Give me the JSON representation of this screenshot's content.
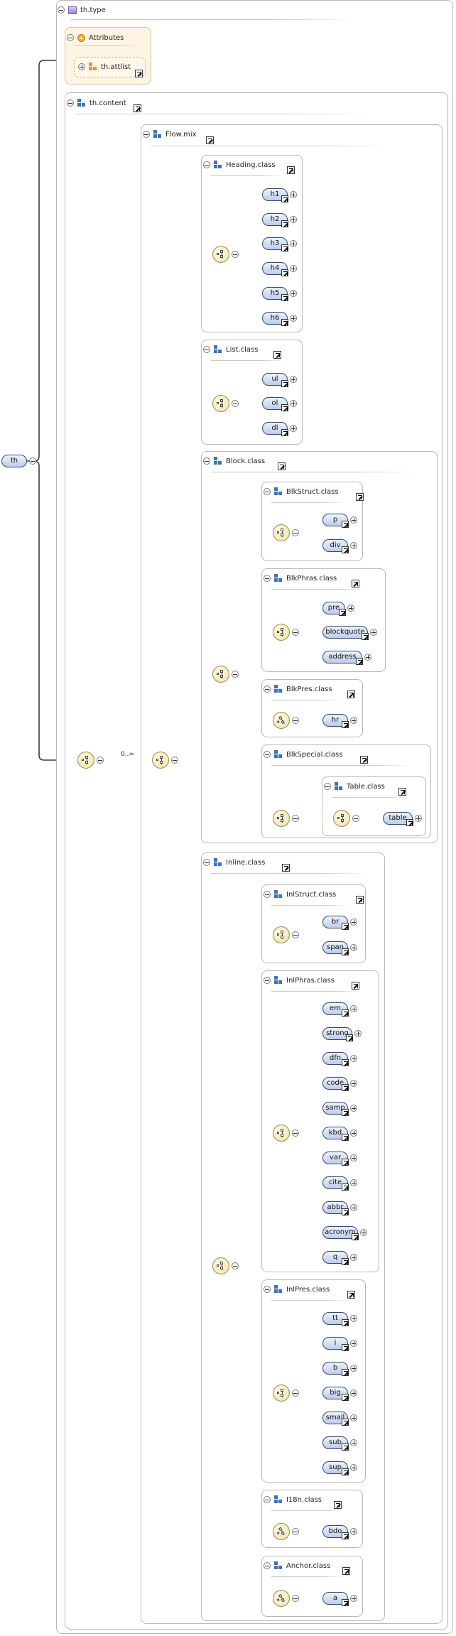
{
  "root": {
    "type_name": "th.type",
    "attributes_label": "Attributes",
    "attlist_label": "th.attlist",
    "element": "th",
    "content_group": "th.content",
    "occurrence": "0..∞"
  },
  "flow": {
    "name": "Flow.mix"
  },
  "heading": {
    "name": "Heading.class",
    "items": [
      "h1",
      "h2",
      "h3",
      "h4",
      "h5",
      "h6"
    ]
  },
  "list": {
    "name": "List.class",
    "items": [
      "ul",
      "ol",
      "dl"
    ]
  },
  "block": {
    "name": "Block.class"
  },
  "blkstruct": {
    "name": "BlkStruct.class",
    "items": [
      "p",
      "div"
    ]
  },
  "blkphras": {
    "name": "BlkPhras.class",
    "items": [
      "pre",
      "blockquote",
      "address"
    ]
  },
  "blkpres": {
    "name": "BlkPres.class",
    "items": [
      "hr"
    ]
  },
  "blkspecial": {
    "name": "BlkSpecial.class"
  },
  "table": {
    "name": "Table.class",
    "items": [
      "table"
    ]
  },
  "inline": {
    "name": "Inline.class"
  },
  "inlstruct": {
    "name": "InlStruct.class",
    "items": [
      "br",
      "span"
    ]
  },
  "inlphras": {
    "name": "InlPhras.class",
    "items": [
      "em",
      "strong",
      "dfn",
      "code",
      "samp",
      "kbd",
      "var",
      "cite",
      "abbr",
      "acronym",
      "q"
    ]
  },
  "inlpres": {
    "name": "InlPres.class",
    "items": [
      "tt",
      "i",
      "b",
      "big",
      "small",
      "sub",
      "sup"
    ]
  },
  "i18n": {
    "name": "I18n.class",
    "items": [
      "bdo"
    ]
  },
  "anchor": {
    "name": "Anchor.class",
    "items": [
      "a"
    ]
  }
}
